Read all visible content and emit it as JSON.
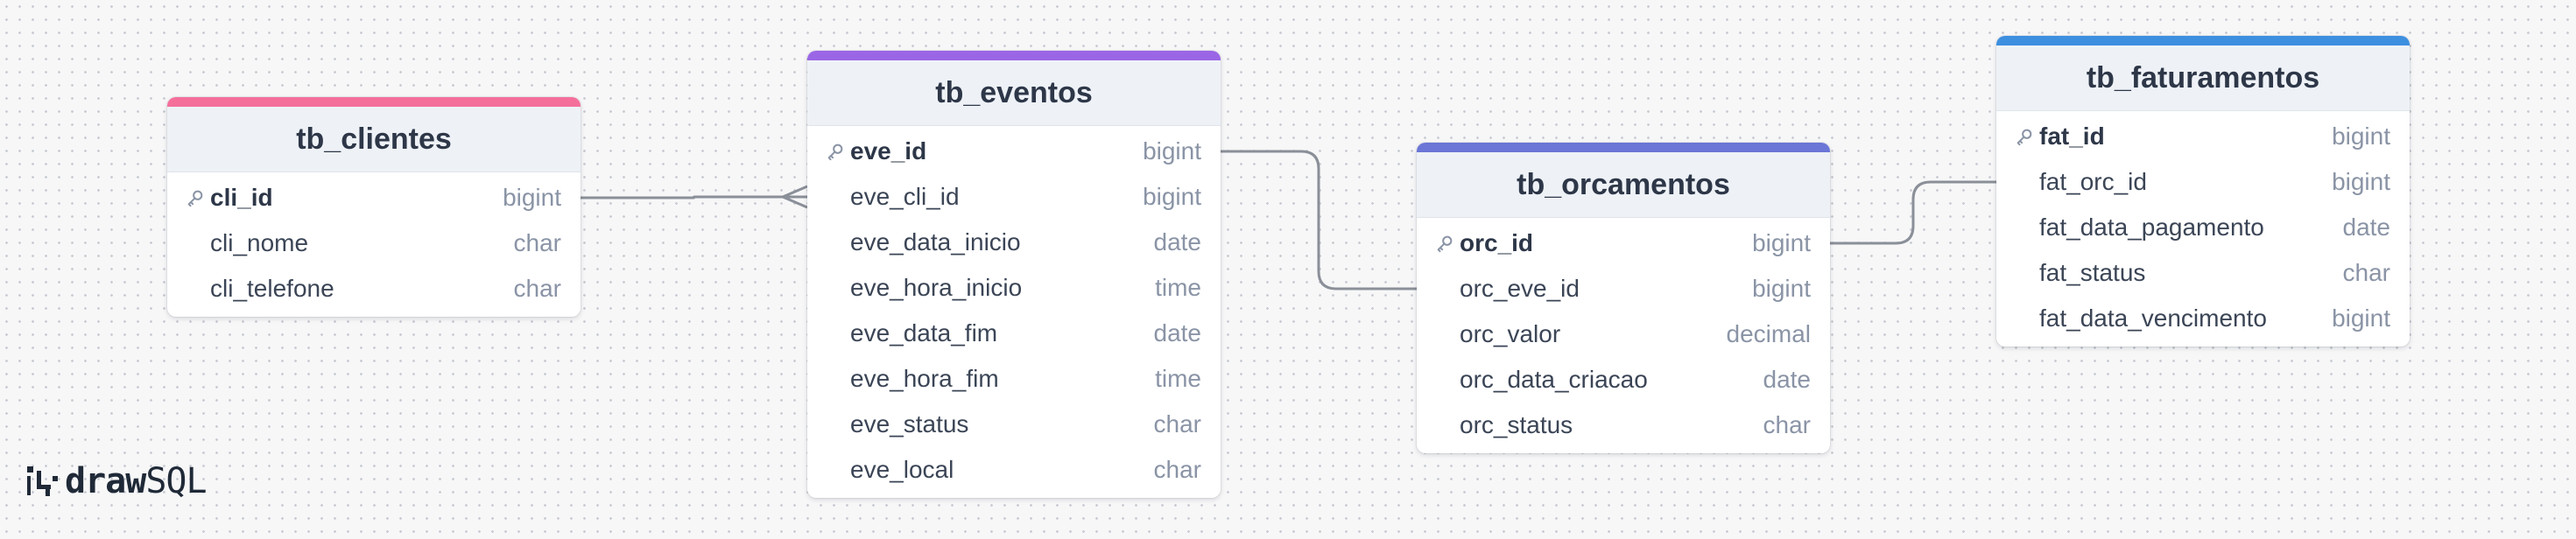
{
  "app": {
    "brand_bold": "draw",
    "brand_light": "SQL",
    "logo_icon": "drawsql-logo-icon"
  },
  "colors": {
    "tb_clientes": "#f56f9b",
    "tb_eventos": "#9b66e6",
    "tb_orcamentos": "#6b76d6",
    "tb_faturamentos": "#3d8fe0",
    "relationship_line": "#8a8f98"
  },
  "icons": {
    "primary_key": "key-icon"
  },
  "tables": [
    {
      "id": "tb_clientes",
      "name": "tb_clientes",
      "color": "#f56f9b",
      "columns": [
        {
          "name": "cli_id",
          "type": "bigint",
          "pk": true
        },
        {
          "name": "cli_nome",
          "type": "char",
          "pk": false
        },
        {
          "name": "cli_telefone",
          "type": "char",
          "pk": false
        }
      ]
    },
    {
      "id": "tb_eventos",
      "name": "tb_eventos",
      "color": "#9b66e6",
      "columns": [
        {
          "name": "eve_id",
          "type": "bigint",
          "pk": true
        },
        {
          "name": "eve_cli_id",
          "type": "bigint",
          "pk": false
        },
        {
          "name": "eve_data_inicio",
          "type": "date",
          "pk": false
        },
        {
          "name": "eve_hora_inicio",
          "type": "time",
          "pk": false
        },
        {
          "name": "eve_data_fim",
          "type": "date",
          "pk": false
        },
        {
          "name": "eve_hora_fim",
          "type": "time",
          "pk": false
        },
        {
          "name": "eve_status",
          "type": "char",
          "pk": false
        },
        {
          "name": "eve_local",
          "type": "char",
          "pk": false
        }
      ]
    },
    {
      "id": "tb_orcamentos",
      "name": "tb_orcamentos",
      "color": "#6b76d6",
      "columns": [
        {
          "name": "orc_id",
          "type": "bigint",
          "pk": true
        },
        {
          "name": "orc_eve_id",
          "type": "bigint",
          "pk": false
        },
        {
          "name": "orc_valor",
          "type": "decimal",
          "pk": false
        },
        {
          "name": "orc_data_criacao",
          "type": "date",
          "pk": false
        },
        {
          "name": "orc_status",
          "type": "char",
          "pk": false
        }
      ]
    },
    {
      "id": "tb_faturamentos",
      "name": "tb_faturamentos",
      "color": "#3d8fe0",
      "columns": [
        {
          "name": "fat_id",
          "type": "bigint",
          "pk": true
        },
        {
          "name": "fat_orc_id",
          "type": "bigint",
          "pk": false
        },
        {
          "name": "fat_data_pagamento",
          "type": "date",
          "pk": false
        },
        {
          "name": "fat_status",
          "type": "char",
          "pk": false
        },
        {
          "name": "fat_data_vencimento",
          "type": "bigint",
          "pk": false
        }
      ]
    }
  ],
  "relationships": [
    {
      "from_table": "tb_clientes",
      "from_column": "cli_id",
      "to_table": "tb_eventos",
      "to_column": "eve_cli_id",
      "cardinality": "one-to-many"
    },
    {
      "from_table": "tb_eventos",
      "from_column": "eve_id",
      "to_table": "tb_orcamentos",
      "to_column": "orc_eve_id",
      "cardinality": "one-to-one"
    },
    {
      "from_table": "tb_orcamentos",
      "from_column": "orc_id",
      "to_table": "tb_faturamentos",
      "to_column": "fat_orc_id",
      "cardinality": "one-to-one"
    }
  ]
}
